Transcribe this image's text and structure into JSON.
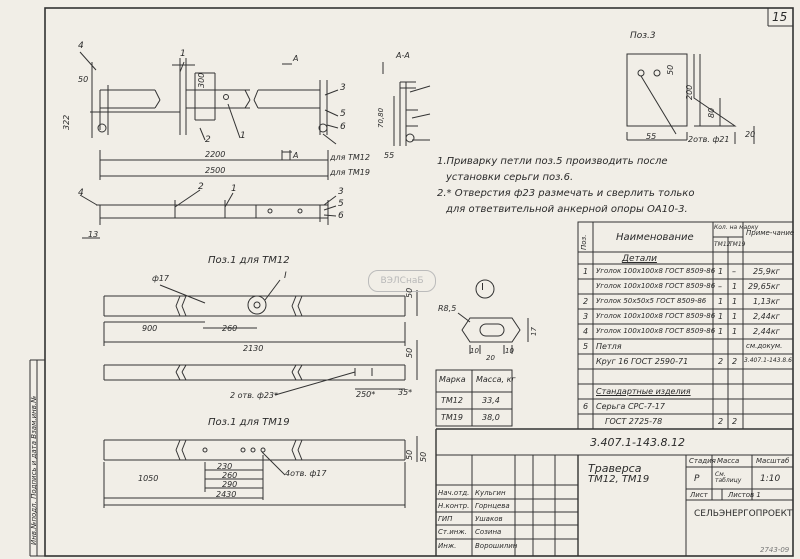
{
  "sheet": {
    "page_number": "15",
    "doc_code": "3.407.1-143.8.12",
    "corner_stamp": "2743-09",
    "watermark": "ВЭЛСнаБ"
  },
  "views": {
    "section_aa": "А-А",
    "section_mark": "А",
    "pos3_title": "Поз.3",
    "pos1_tm12_title": "Поз.1  для ТМ12",
    "pos1_tm19_title": "Поз.1  для ТМ19",
    "node_mark": "I",
    "for_tm12": "для ТМ12",
    "for_tm19": "для ТМ19"
  },
  "dims": {
    "d50": "50",
    "d322": "322",
    "d300": "300",
    "d2200": "2200",
    "d2500": "2500",
    "d13": "13",
    "d70_80": "70,80",
    "d55": "55",
    "p3_50": "50",
    "p3_200": "200",
    "p3_80": "80",
    "p3_55": "55",
    "p3_20": "20",
    "p3_holes": "2отв. ф21",
    "tm12_phi17": "ф17",
    "tm12_900": "900",
    "tm12_260": "260",
    "tm12_2130": "2130",
    "tm12_holes": "2 отв. ф23*",
    "tm12_250": "250*",
    "tm12_35": "35*",
    "tm12_50": "50",
    "tm12_50b": "50",
    "tm19_230": "230",
    "tm19_260": "260",
    "tm19_290": "290",
    "tm19_1050": "1050",
    "tm19_2430": "2430",
    "tm19_holes": "4отв. ф17",
    "tm19_50": "50",
    "tm19_50b": "50",
    "node_r": "R8,5",
    "node_10a": "10",
    "node_10b": "10",
    "node_17": "17",
    "node_20": "20"
  },
  "callouts": [
    "4",
    "1",
    "2",
    "3",
    "5",
    "6",
    "2",
    "1",
    "4",
    "3",
    "5",
    "6"
  ],
  "notes": [
    "1.Приварку петли поз.5 производить после",
    "установки серьги поз.6.",
    "2.* Отверстия ф23 размечать и сверлить только",
    "для ответвительной анкерной опоры ОА10-3."
  ],
  "mass_table": {
    "headers": [
      "Марка",
      "Масса, кг"
    ],
    "rows": [
      [
        "ТМ12",
        "33,4"
      ],
      [
        "ТМ19",
        "38,0"
      ]
    ]
  },
  "spec_table": {
    "headers": [
      "Поз.",
      "Наименование",
      "Кол. на марку",
      "Приме-чание"
    ],
    "subheaders": [
      "ТМ12",
      "ТМ19"
    ],
    "section_details": "Детали",
    "rows": [
      [
        "1",
        "Уголок 100х100х8 ГОСТ 8509-86",
        "1",
        "–",
        "25,9кг"
      ],
      [
        "",
        "Уголок 100х100х8 ГОСТ 8509-86",
        "–",
        "1",
        "29,65кг"
      ],
      [
        "2",
        "Уголок 50х50х5 ГОСТ 8509-86",
        "1",
        "1",
        "1,13кг"
      ],
      [
        "3",
        "Уголок 100х100х8 ГОСТ 8509-86",
        "1",
        "1",
        "2,44кг"
      ],
      [
        "4",
        "Уголок 100х100х8 ГОСТ 8509-86",
        "1",
        "1",
        "2,44кг"
      ],
      [
        "5",
        "Петля",
        "",
        "",
        "см.докум."
      ],
      [
        "",
        "Круг 16 ГОСТ 2590-71",
        "2",
        "2",
        "3.407.1-143.8.6"
      ]
    ],
    "section_standard": "Стандартные изделия",
    "std_rows": [
      [
        "6",
        "Серьга СРС-7-17",
        "",
        "",
        ""
      ],
      [
        "",
        "ГОСТ 2725-78",
        "2",
        "2",
        ""
      ]
    ]
  },
  "title_block": {
    "code": "3.407.1-143.8.12",
    "title_line1": "Траверса",
    "title_line2": "ТМ12, ТМ19",
    "stage_header": "Стадия",
    "mass_header": "Масса",
    "scale_header": "Масштаб",
    "stage": "Р",
    "mass": "См. таблицу",
    "scale": "1:10",
    "sheet_label": "Лист",
    "sheets_label": "Листов 1",
    "org": "СЕЛЬЭНЕРГОПРОЕКТ",
    "staff": [
      [
        "Нач.отд.",
        "Кульгин"
      ],
      [
        "Н.контр.",
        "Горнцева"
      ],
      [
        "ГИП",
        "Ушаков"
      ],
      [
        "Ст.инж.",
        "Созина"
      ],
      [
        "Инж.",
        "Ворошилин"
      ]
    ],
    "side_stamp": "Инв.№подл.  Подпись и дата  Взам.инв.№"
  }
}
